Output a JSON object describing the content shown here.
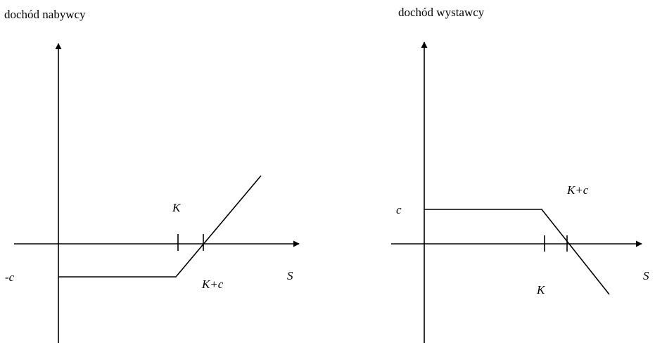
{
  "diagrams": [
    {
      "y_axis_label": "dochód nabywcy",
      "x_axis_label": "S",
      "level_label": "-c",
      "strike_label": "K",
      "breakeven_label": "K+c"
    },
    {
      "y_axis_label": "dochód wystawcy",
      "x_axis_label": "S",
      "level_label": "c",
      "strike_label": "K",
      "breakeven_label": "K+c"
    }
  ],
  "colors": {
    "stroke": "#000000",
    "background": "#ffffff"
  }
}
